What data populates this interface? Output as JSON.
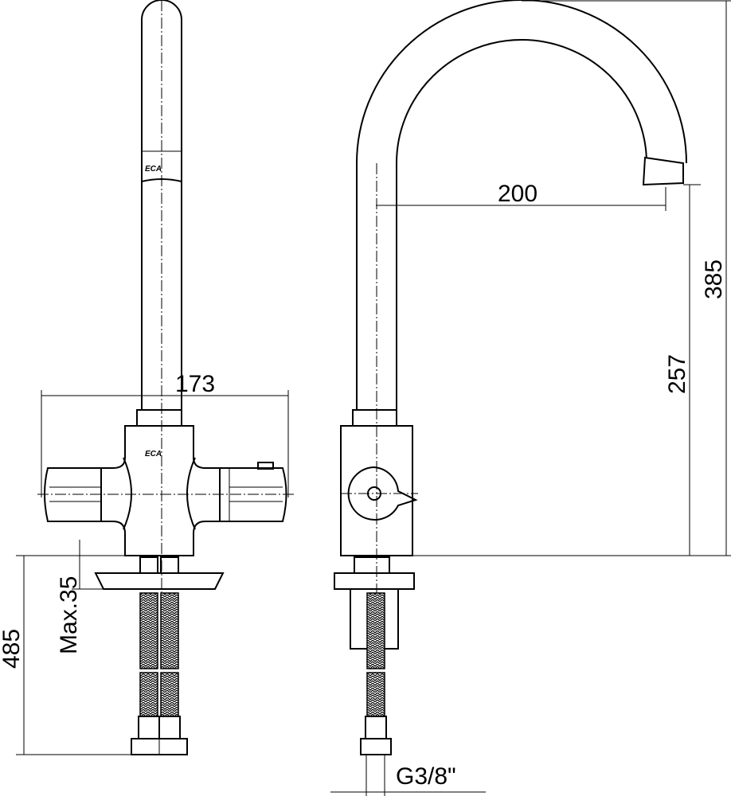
{
  "title": "Faucet technical drawing",
  "dimensions": {
    "handle_width": "173",
    "spout_reach": "200",
    "total_height": "385",
    "spout_outlet_height": "257",
    "hose_length": "485",
    "max_deck_thickness": "Max.35",
    "thread": "G3/8\""
  },
  "logo_text": "ECA",
  "colors": {
    "line": "#000000",
    "background": "#ffffff"
  }
}
